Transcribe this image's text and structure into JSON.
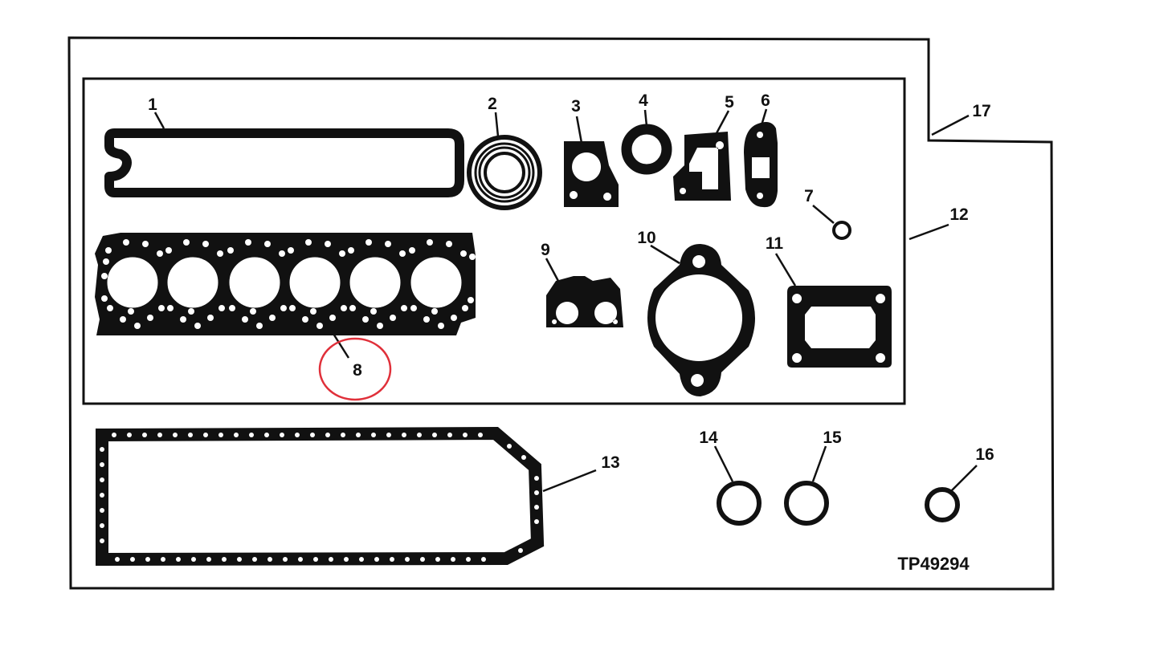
{
  "diagram": {
    "figure_code": "TP49294",
    "highlight_color": "#e0303a",
    "ink_color": "#111111",
    "callouts": {
      "c1": "1",
      "c2": "2",
      "c3": "3",
      "c4": "4",
      "c5": "5",
      "c6": "6",
      "c7": "7",
      "c8": "8",
      "c9": "9",
      "c10": "10",
      "c11": "11",
      "c12": "12",
      "c13": "13",
      "c14": "14",
      "c15": "15",
      "c16": "16",
      "c17": "17"
    },
    "highlighted_callout": "8"
  }
}
